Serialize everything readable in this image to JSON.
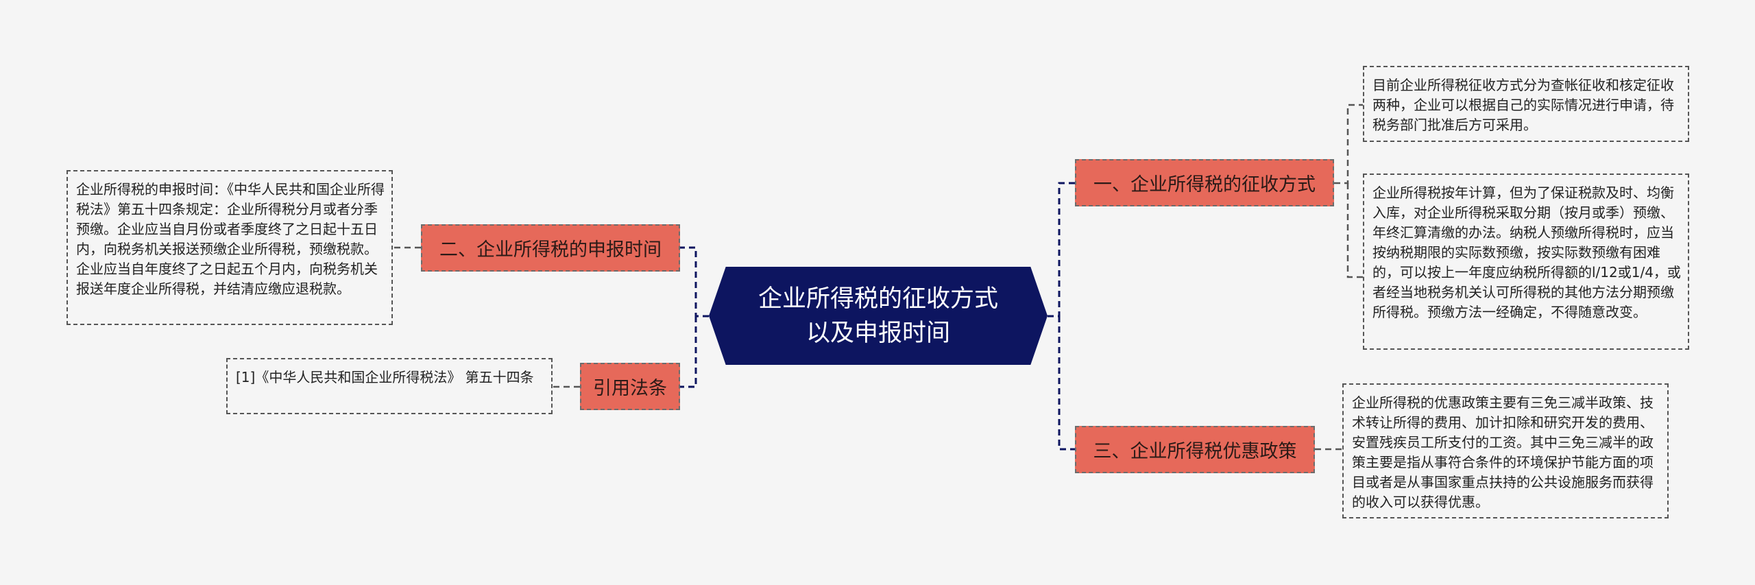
{
  "root": {
    "label": "企业所得税的征收方式以及申报时间"
  },
  "topics": {
    "collection_method": {
      "label": "一、企业所得税的征收方式",
      "notes": [
        "目前企业所得税征收方式分为查帐征收和核定征收两种，企业可以根据自己的实际情况进行申请，待税务部门批准后方可采用。",
        "企业所得税按年计算，但为了保证税款及时、均衡入库，对企业所得税采取分期（按月或季）预缴、年终汇算清缴的办法。纳税人预缴所得税时，应当按纳税期限的实际数预缴，按实际数预缴有困难的，可以按上一年度应纳税所得额的l/12或1/4，或者经当地税务机关认可所得税的其他方法分期预缴所得税。预缴方法一经确定，不得随意改变。"
      ]
    },
    "filing_time": {
      "label": "二、企业所得税的申报时间",
      "note": "企业所得税的申报时间：《中华人民共和国企业所得税法》第五十四条规定：企业所得税分月或者分季预缴。企业应当自月份或者季度终了之日起十五日内，向税务机关报送预缴企业所得税，预缴税款。企业应当自年度终了之日起五个月内，向税务机关报送年度企业所得税，并结清应缴应退税款。"
    },
    "preferential_policy": {
      "label": "三、企业所得税优惠政策",
      "note": "企业所得税的优惠政策主要有三免三减半政策、技术转让所得的费用、加计扣除和研究开发的费用、安置残疾员工所支付的工资。其中三免三减半的政策主要是指从事符合条件的环境保护节能方面的项目或者是从事国家重点扶持的公共设施服务而获得的收入可以获得优惠。"
    },
    "citation": {
      "label": "引用法条",
      "note": "[1]《中华人民共和国企业所得税法》 第五十四条"
    }
  },
  "colors": {
    "background": "#f5f5f5",
    "root_fill": "#0d1560",
    "topic_fill": "#e6695a",
    "connector": "#0d1560",
    "leaf_border": "#555555"
  }
}
